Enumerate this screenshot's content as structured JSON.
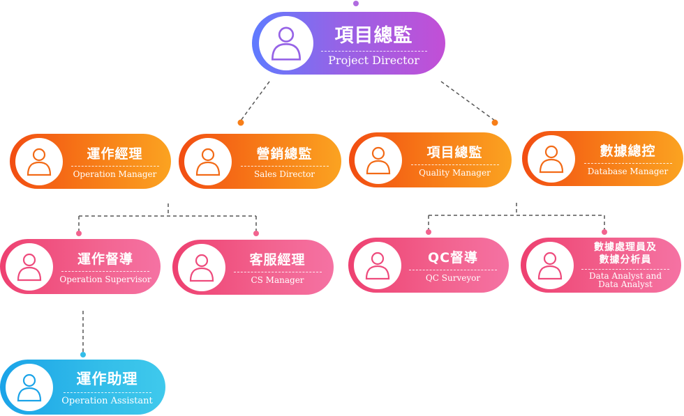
{
  "nodes": {
    "director": {
      "zh": "項目總監",
      "en": "Project Director"
    },
    "ops_mgr": {
      "zh": "運作經理",
      "en": "Operation Manager"
    },
    "sales_dir": {
      "zh": "營銷總監",
      "en": "Sales Director"
    },
    "quality_mgr": {
      "zh": "項目總監",
      "en": "Quality Manager"
    },
    "db_mgr": {
      "zh": "數據總控",
      "en": "Database Manager"
    },
    "ops_sup": {
      "zh": "運作督導",
      "en": "Operation Supervisor"
    },
    "cs_mgr": {
      "zh": "客服經理",
      "en": "CS Manager"
    },
    "qc_sup": {
      "zh": "QC督導",
      "en": "QC Surveyor"
    },
    "analyst": {
      "zh_line1": "數據處理員及",
      "zh_line2": "數據分析員",
      "en_line1": "Data Analyst and",
      "en_line2": "Data Analyst"
    },
    "ops_asst": {
      "zh": "運作助理",
      "en": "Operation Assistant"
    }
  },
  "colors": {
    "purple": "#9663e6",
    "orange": "#f77e18",
    "pink": "#f2638f",
    "blue": "#33bde9",
    "connector": "#555555"
  },
  "icon": "person-icon"
}
